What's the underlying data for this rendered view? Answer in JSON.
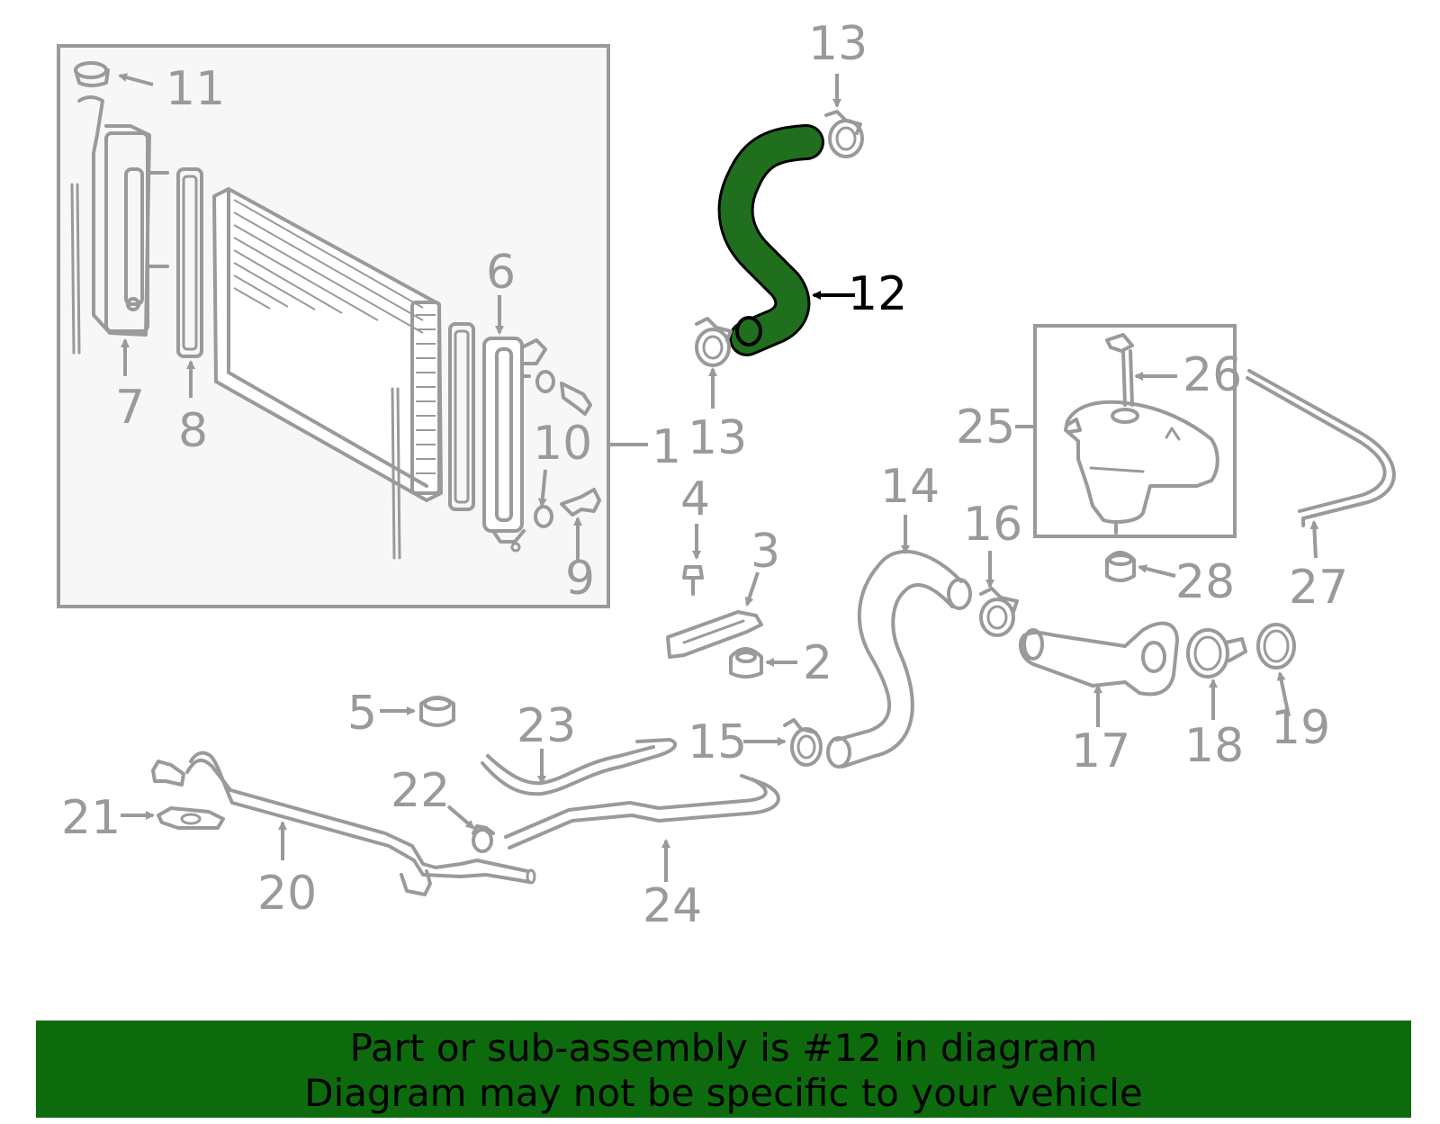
{
  "callouts": {
    "c1": "1",
    "c2": "2",
    "c3": "3",
    "c4": "4",
    "c5": "5",
    "c6": "6",
    "c7": "7",
    "c8": "8",
    "c9": "9",
    "c10": "10",
    "c11": "11",
    "c12": "12",
    "c13a": "13",
    "c13b": "13",
    "c14": "14",
    "c15": "15",
    "c16": "16",
    "c17": "17",
    "c18": "18",
    "c19": "19",
    "c20": "20",
    "c21": "21",
    "c22": "22",
    "c23": "23",
    "c24": "24",
    "c25": "25",
    "c26": "26",
    "c27": "27",
    "c28": "28"
  },
  "banner": {
    "line1": "Part or sub-assembly is #12 in diagram",
    "line2": "Diagram may not be specific to your vehicle"
  },
  "colors": {
    "highlight_part": "#1f6f1f",
    "banner_bg": "#0d6b0d",
    "line_gray": "#9a9a9a"
  }
}
